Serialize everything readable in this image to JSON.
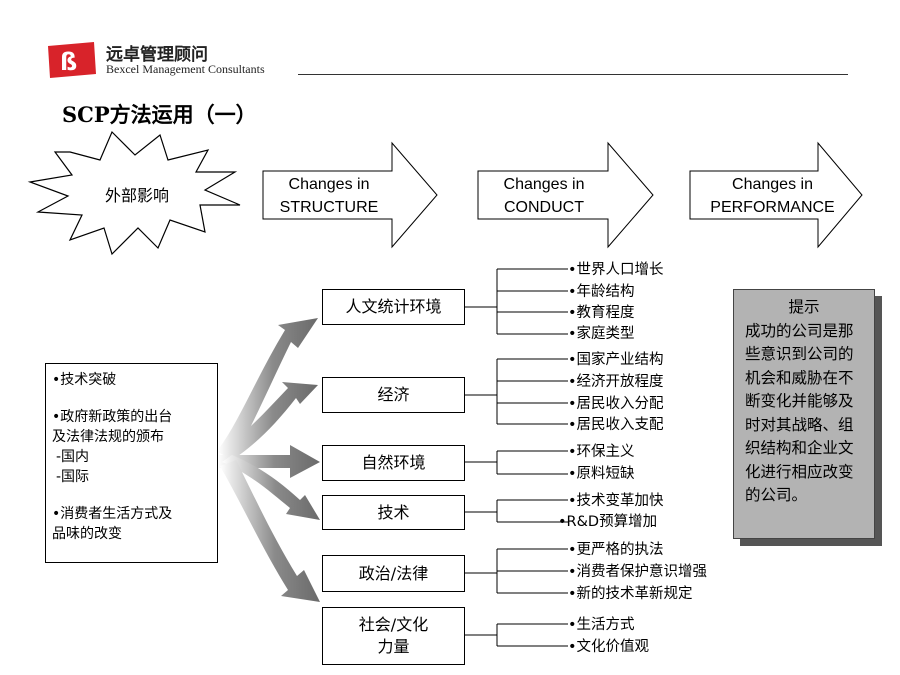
{
  "header": {
    "logo_cn": "远卓管理顾问",
    "logo_en": "Bexcel Management Consultants",
    "brand_color": "#d8232a"
  },
  "title": "SCP方法运用（一）",
  "burst": {
    "label": "外部影响"
  },
  "stages": [
    {
      "line1": "Changes in",
      "line2": "STRUCTURE"
    },
    {
      "line1": "Changes in",
      "line2": "CONDUCT"
    },
    {
      "line1": "Changes in",
      "line2": "PERFORMANCE"
    }
  ],
  "left_box": {
    "items": [
      "•技术突破",
      "•政府新政策的出台",
      "及法律法规的颁布",
      "-国内",
      "-国际",
      "•消费者生活方式及",
      "品味的改变"
    ]
  },
  "categories": [
    {
      "label": "人文统计环境",
      "items": [
        "•世界人口增长",
        "•年龄结构",
        "•教育程度",
        "•家庭类型"
      ]
    },
    {
      "label": "经济",
      "items": [
        "•国家产业结构",
        "•经济开放程度",
        "•居民收入分配",
        "•居民收入支配"
      ]
    },
    {
      "label": "自然环境",
      "items": [
        "•环保主义",
        "•原料短缺"
      ]
    },
    {
      "label": "技术",
      "items": [
        "•技术变革加快",
        "•R&D预算增加"
      ]
    },
    {
      "label": "政治/法律",
      "items": [
        "•更严格的执法",
        "•消费者保护意识增强",
        "•新的技术革新规定"
      ]
    },
    {
      "label": "社会/文化",
      "label2": "力量",
      "items": [
        "•生活方式",
        "•文化价值观"
      ]
    }
  ],
  "tip": {
    "heading": "提示",
    "body": "成功的公司是那些意识到公司的机会和威胁在不断变化并能够及时对其战略、组织结构和企业文化进行相应改变的公司。"
  }
}
